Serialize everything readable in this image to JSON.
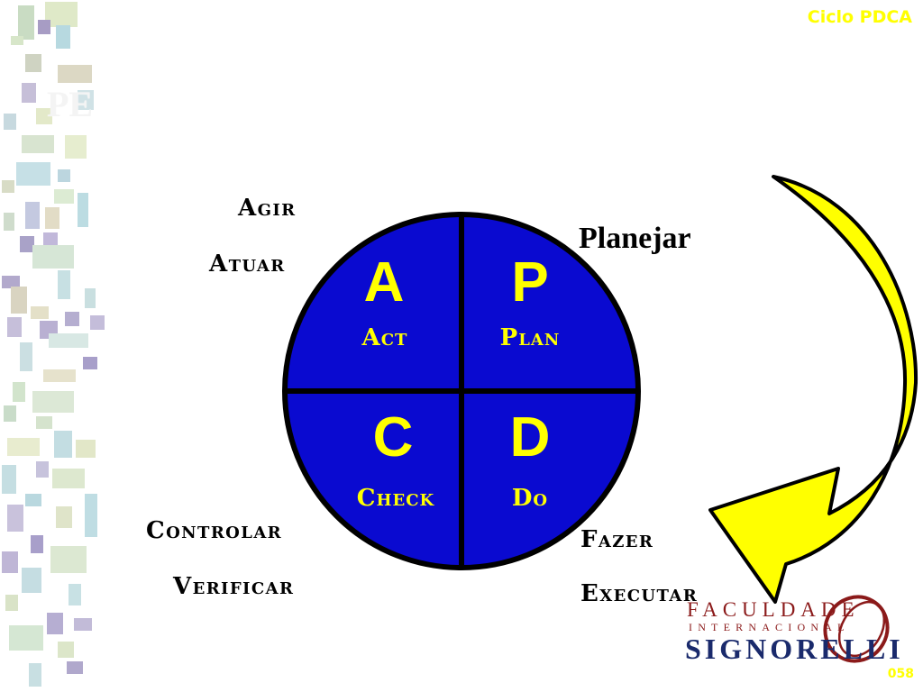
{
  "header": {
    "title": "Ciclo PDCA"
  },
  "background": {
    "ghost_text": "PE"
  },
  "pdca": {
    "act": {
      "letter": "A",
      "word": "Act"
    },
    "plan": {
      "letter": "P",
      "word": "Plan"
    },
    "check": {
      "letter": "C",
      "word": "Check"
    },
    "do": {
      "letter": "D",
      "word": "Do"
    }
  },
  "labels": {
    "agir": "Agir",
    "atuar": "Atuar",
    "planejar": "Planejar",
    "controlar": "Controlar",
    "verificar": "Verificar",
    "fazer": "Fazer",
    "executar": "Executar"
  },
  "logo": {
    "faculdade": "FACULDADE",
    "internacional": "INTERNACIONAL",
    "signorelli": "SIGNORELLI"
  },
  "footer": {
    "page_number": "058"
  },
  "colors": {
    "circle_fill": "#0a0ad0",
    "circle_stroke": "#000000",
    "quadrant_text": "#ffff00",
    "arrow_fill": "#ffff00",
    "title_text": "#ffff00"
  },
  "icons": {
    "cycle_arrow": "curved-arrow-icon"
  }
}
